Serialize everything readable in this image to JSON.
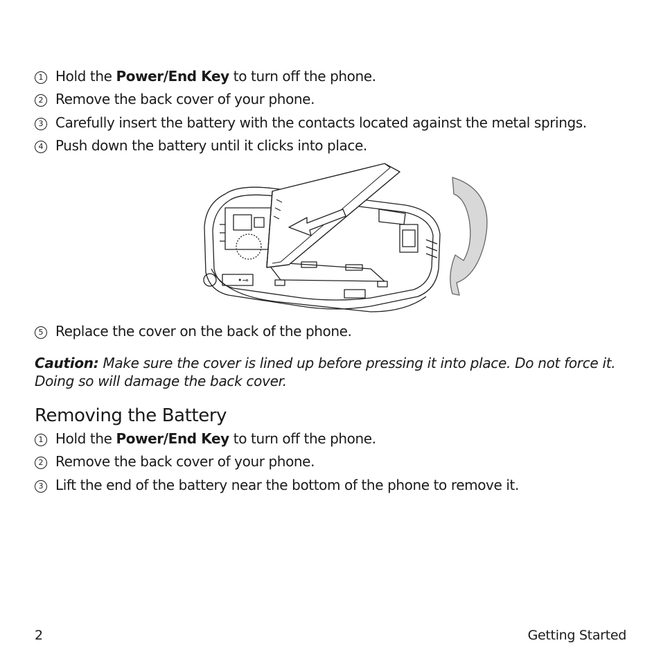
{
  "install_steps": [
    {
      "num": "1",
      "pre": "Hold the ",
      "bold": "Power/End Key",
      "post": " to turn off the phone."
    },
    {
      "num": "2",
      "text": "Remove the back cover of your phone."
    },
    {
      "num": "3",
      "text": "Carefully insert the battery with the contacts located against the metal springs."
    },
    {
      "num": "4",
      "text": "Push down the battery until it clicks into place."
    }
  ],
  "step5": {
    "num": "5",
    "text": "Replace the cover on the back of the phone."
  },
  "caution": {
    "label": "Caution:",
    "text": " Make sure the cover is lined up before pressing it into place. Do not force it. Doing so will damage the back cover."
  },
  "removing": {
    "heading": "Removing the Battery",
    "steps": [
      {
        "num": "1",
        "pre": "Hold the ",
        "bold": "Power/End Key",
        "post": " to turn off the phone."
      },
      {
        "num": "2",
        "text": "Remove the back cover of your phone."
      },
      {
        "num": "3",
        "text": "Lift the end of the battery near the bottom of the phone to remove it."
      }
    ]
  },
  "footer": {
    "page_number": "2",
    "section": "Getting Started"
  },
  "figure": {
    "usb_symbol": "•⊸"
  }
}
